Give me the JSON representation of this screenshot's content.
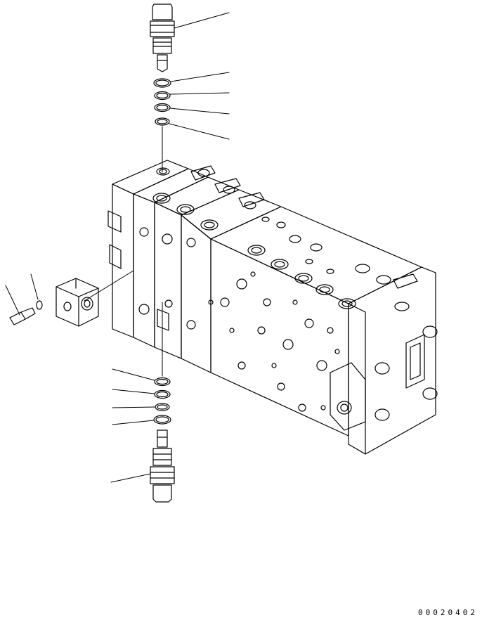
{
  "figure": {
    "drawing_code": "00020402",
    "parts": [
      "upper-valve-cartridge",
      "upper-o-ring-1",
      "upper-o-ring-2",
      "upper-o-ring-3",
      "upper-o-ring-4",
      "control-valve-body",
      "side-cover-block",
      "bolt",
      "washer",
      "lower-o-ring-1",
      "lower-o-ring-2",
      "lower-o-ring-3",
      "lower-o-ring-4",
      "lower-valve-cartridge"
    ]
  }
}
